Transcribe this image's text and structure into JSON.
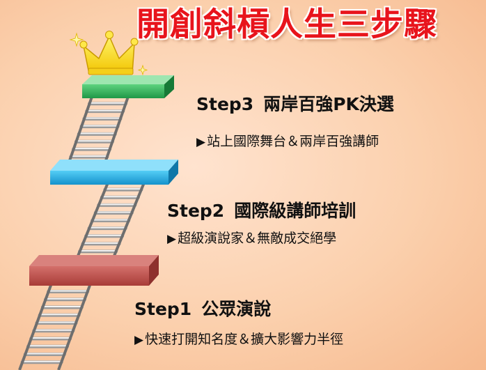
{
  "title": "開創斜槓人生三步驟",
  "steps": [
    {
      "step_label": "Step3",
      "heading": "兩岸百強PK決選",
      "marker": "▶",
      "description": "站上國際舞台＆兩岸百強講師",
      "platform_color": "#2fb05a"
    },
    {
      "step_label": "Step2",
      "heading": "國際級講師培訓",
      "marker": "▶",
      "description": "超級演說家＆無敵成交絕學",
      "platform_color": "#1aa6de"
    },
    {
      "step_label": "Step1",
      "heading": "公眾演說",
      "marker": "▶",
      "description": "快速打開知名度＆擴大影響力半徑",
      "platform_color": "#c0504d"
    }
  ],
  "icons": {
    "top": "crown-icon",
    "sparkle": "sparkle-icon"
  },
  "colors": {
    "title": "#e8141c",
    "background": "#fbd0ad",
    "crown": "#ffe600"
  }
}
